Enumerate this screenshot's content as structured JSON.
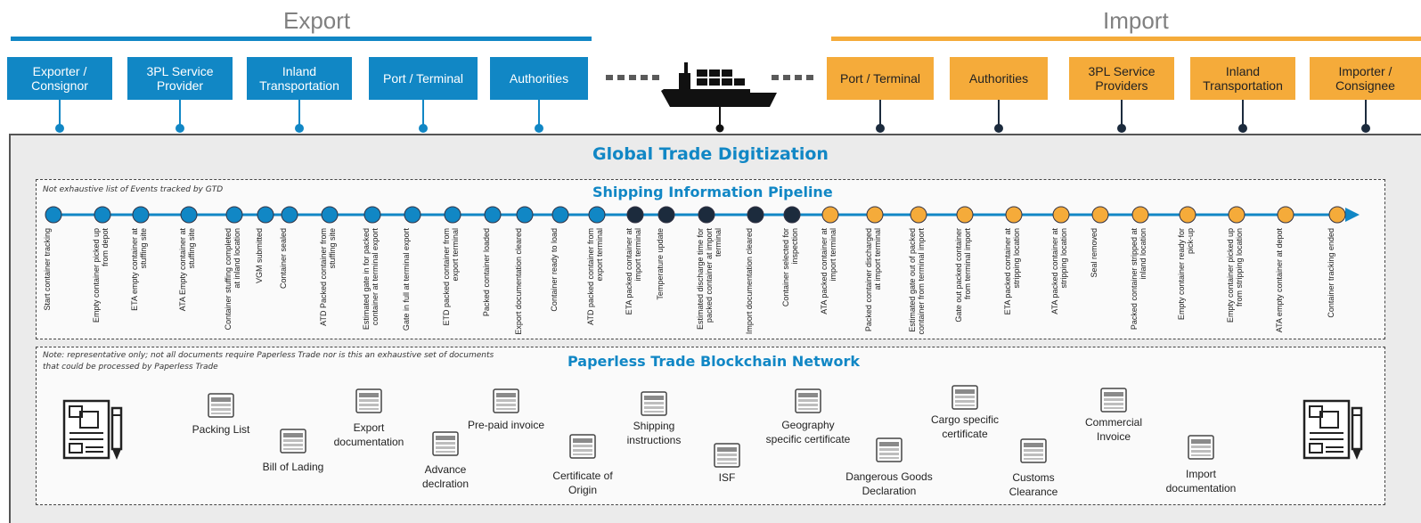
{
  "export_title": "Export",
  "import_title": "Import",
  "colors": {
    "export": "#1187c5",
    "import": "#f5ab3a",
    "dark": "#1c2b3d"
  },
  "export_parties": [
    "Exporter / Consignor",
    "3PL Service Provider",
    "Inland Transportation",
    "Port / Terminal",
    "Authorities"
  ],
  "import_parties": [
    "Port / Terminal",
    "Authorities",
    "3PL Service Providers",
    "Inland Transportation",
    "Importer / Consignee"
  ],
  "ship_icon": "cargo-ship-icon",
  "gtd_title": "Global Trade Digitization",
  "pipeline": {
    "note": "Not exhaustive list of Events tracked by GTD",
    "title": "Shipping Information Pipeline",
    "events": [
      {
        "label": "Start container tracking",
        "phase": "export"
      },
      {
        "label": "Empty container picked up from depot",
        "phase": "export"
      },
      {
        "label": "ETA empty container at stuffing site",
        "phase": "export"
      },
      {
        "label": "ATA Empty container at stuffing site",
        "phase": "export"
      },
      {
        "label": "Container stuffing completed at inland location",
        "phase": "export"
      },
      {
        "label": "VGM submitted",
        "phase": "export"
      },
      {
        "label": "Container sealed",
        "phase": "export"
      },
      {
        "label": "ATD Packed container from stuffing site",
        "phase": "export"
      },
      {
        "label": "Estimated gate in for packed container at terminal export",
        "phase": "export"
      },
      {
        "label": "Gate in full at terminal export",
        "phase": "export"
      },
      {
        "label": "ETD packed container from export terminal",
        "phase": "export"
      },
      {
        "label": "Packed container loaded",
        "phase": "export"
      },
      {
        "label": "Export documentation cleared",
        "phase": "export"
      },
      {
        "label": "Container ready to load",
        "phase": "export"
      },
      {
        "label": "ATD packed container from export terminal",
        "phase": "export"
      },
      {
        "label": "ETA packed container at import terminal",
        "phase": "transit"
      },
      {
        "label": "Temperature update",
        "phase": "transit"
      },
      {
        "label": "Estimated discharge time for packed container at import terminal",
        "phase": "transit"
      },
      {
        "label": "Import documentation cleared",
        "phase": "transit"
      },
      {
        "label": "Container selected for inspection",
        "phase": "transit"
      },
      {
        "label": "ATA packed container at import terminal",
        "phase": "import"
      },
      {
        "label": "Packed container discharged at import terminal",
        "phase": "import"
      },
      {
        "label": "Estimated gate out of packed container from terminal import",
        "phase": "import"
      },
      {
        "label": "Gate out packed container from terminal import",
        "phase": "import"
      },
      {
        "label": "ETA packed container at stripping location",
        "phase": "import"
      },
      {
        "label": "ATA packed container at stripping location",
        "phase": "import"
      },
      {
        "label": "Seal removed",
        "phase": "import"
      },
      {
        "label": "Packed container stripped at inland location",
        "phase": "import"
      },
      {
        "label": "Empty container ready for pick-up",
        "phase": "import"
      },
      {
        "label": "Empty container picked up from stripping location",
        "phase": "import"
      },
      {
        "label": "ATA empty container at depot",
        "phase": "import"
      },
      {
        "label": "Container tracking ended",
        "phase": "import"
      }
    ]
  },
  "blockchain": {
    "note": "Note: representative only; not all documents require Paperless Trade nor is this an exhaustive set of documents that could be processed by Paperless Trade",
    "title": "Paperless Trade Blockchain Network",
    "left_icon": "document-pencil-icon",
    "right_icon": "document-pencil-icon",
    "documents": [
      {
        "label": "Packing List"
      },
      {
        "label": "Bill of Lading"
      },
      {
        "label": "Export documentation"
      },
      {
        "label": "Advance declration"
      },
      {
        "label": "Pre-paid invoice"
      },
      {
        "label": "Certificate of Origin"
      },
      {
        "label": "Shipping instructions"
      },
      {
        "label": "ISF"
      },
      {
        "label": "Geography specific certificate"
      },
      {
        "label": "Dangerous Goods Declaration"
      },
      {
        "label": "Cargo specific certificate"
      },
      {
        "label": "Customs Clearance"
      },
      {
        "label": "Commercial Invoice"
      },
      {
        "label": "Import documentation"
      }
    ]
  }
}
